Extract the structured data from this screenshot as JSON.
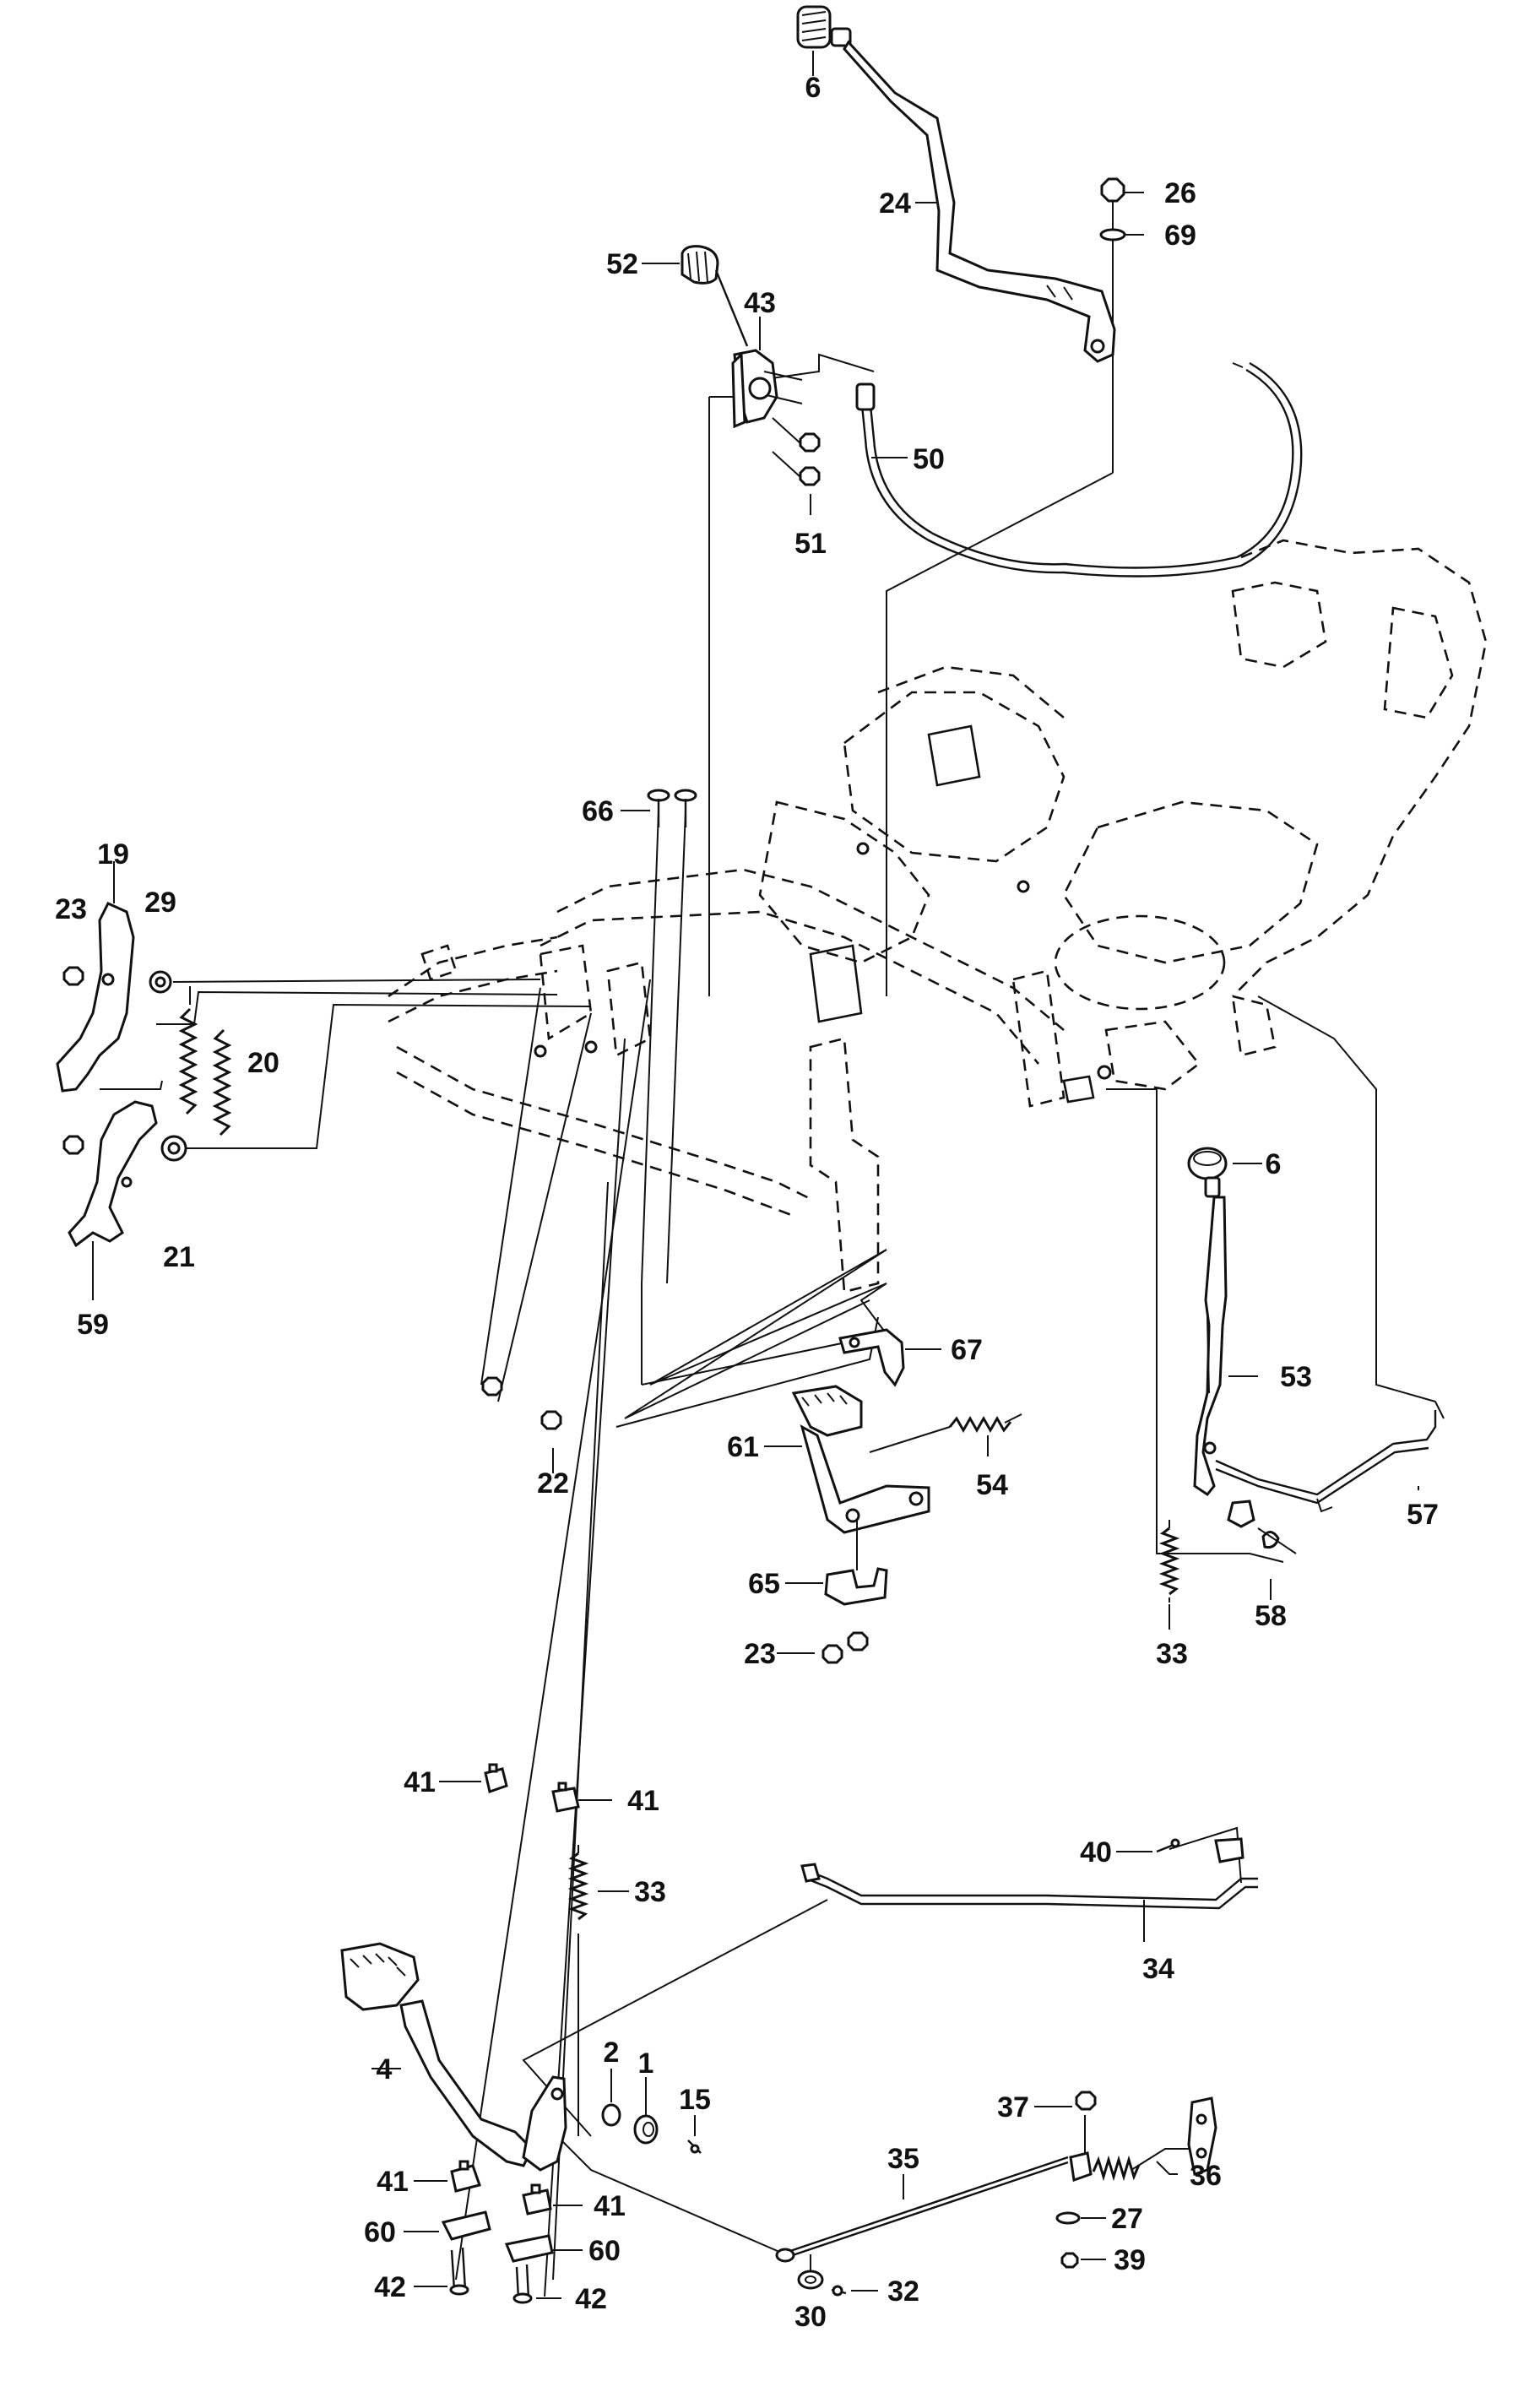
{
  "callouts": [
    "6",
    "24",
    "26",
    "69",
    "52",
    "43",
    "50",
    "51",
    "66",
    "19",
    "23",
    "29",
    "20",
    "21",
    "59",
    "22",
    "67",
    "61",
    "54",
    "65",
    "6",
    "53",
    "57",
    "58",
    "33",
    "41",
    "41",
    "40",
    "33",
    "34",
    "4",
    "2",
    "1",
    "15",
    "37",
    "35",
    "36",
    "27",
    "41",
    "60",
    "41",
    "60",
    "42",
    "42",
    "30",
    "32",
    "39",
    "23"
  ]
}
